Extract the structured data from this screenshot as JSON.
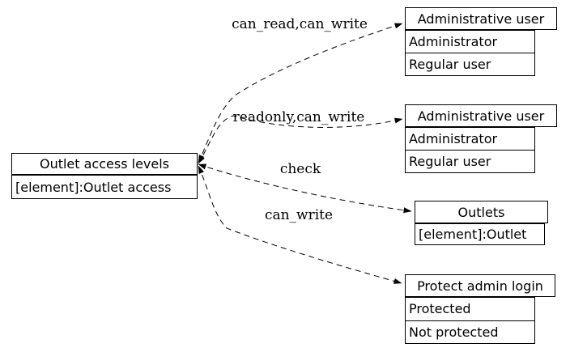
{
  "diagram": {
    "colors": {
      "background": "#ffffff",
      "stroke": "#000000"
    },
    "source_node": {
      "title": "Outlet access levels",
      "subtitle": "[element]:Outlet access"
    },
    "edges": [
      {
        "label": "can_read,can_write",
        "target": "administrative-user-1"
      },
      {
        "label": "readonly,can_write",
        "target": "administrative-user-2"
      },
      {
        "label": "check",
        "target": "outlets"
      },
      {
        "label": "can_write",
        "target": "protect-admin-login"
      }
    ],
    "target_nodes": [
      {
        "header": "Administrative user",
        "rows": [
          "Administrator",
          "Regular user"
        ]
      },
      {
        "header": "Administrative user",
        "rows": [
          "Administrator",
          "Regular user"
        ]
      },
      {
        "header": "Outlets",
        "rows": [
          "[element]:Outlet"
        ]
      },
      {
        "header": "Protect admin login",
        "rows": [
          "Protected",
          "Not protected"
        ]
      }
    ]
  }
}
